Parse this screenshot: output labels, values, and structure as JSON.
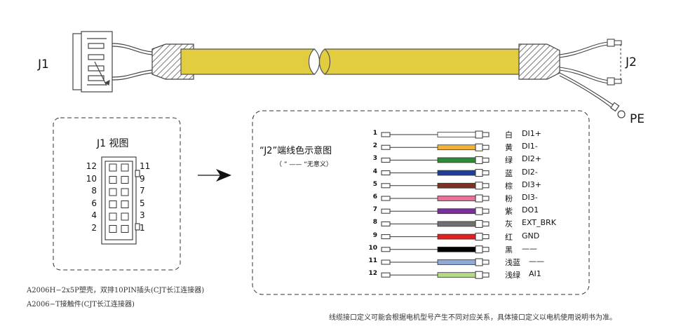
{
  "labels": {
    "j1": "J1",
    "j2": "J2",
    "pe": "PE",
    "j1_view_title": "J1 视图",
    "j2_title": "“J2”端线色示意图",
    "j2_subtitle": "（ ”  ——  “无意义）",
    "footnote": "线缆接口定义可能会根据电机型号产生不同对应关系，具体接口定义以电机使用说明书为准。"
  },
  "j1_pins": {
    "left": [
      "12",
      "10",
      "8",
      "6",
      "4",
      "2"
    ],
    "right": [
      "11",
      "9",
      "7",
      "5",
      "3",
      "1"
    ]
  },
  "connector_notes": [
    "A2006H−2x5P塑壳，双排10PIN插头(CJT长江连接器)",
    "A2006−T接触件(CJT长江连接器)"
  ],
  "wires": [
    {
      "num": "1",
      "color_name": "白",
      "signal": "DI1+",
      "color": "#ffffff"
    },
    {
      "num": "2",
      "color_name": "黄",
      "signal": "DI1-",
      "color": "#f2b233"
    },
    {
      "num": "3",
      "color_name": "绿",
      "signal": "DI2+",
      "color": "#2e8b3a"
    },
    {
      "num": "4",
      "color_name": "蓝",
      "signal": "DI2-",
      "color": "#1f3d99"
    },
    {
      "num": "5",
      "color_name": "棕",
      "signal": "DI3+",
      "color": "#7a3324"
    },
    {
      "num": "6",
      "color_name": "粉",
      "signal": "DI3-",
      "color": "#e8709a"
    },
    {
      "num": "7",
      "color_name": "紫",
      "signal": "DO1",
      "color": "#7b2f9a"
    },
    {
      "num": "8",
      "color_name": "灰",
      "signal": "EXT_BRK",
      "color": "#707070"
    },
    {
      "num": "9",
      "color_name": "红",
      "signal": "GND",
      "color": "#e02020"
    },
    {
      "num": "10",
      "color_name": "黑",
      "signal": "——",
      "color": "#000000"
    },
    {
      "num": "11",
      "color_name": "浅蓝",
      "signal": "——",
      "color": "#8fa9d8"
    },
    {
      "num": "12",
      "color_name": "浅绿",
      "signal": "AI1",
      "color": "#b5d98a"
    }
  ],
  "colors": {
    "cable": "#e2cc3f",
    "cable_stroke": "#555555",
    "dash": "#333333"
  }
}
